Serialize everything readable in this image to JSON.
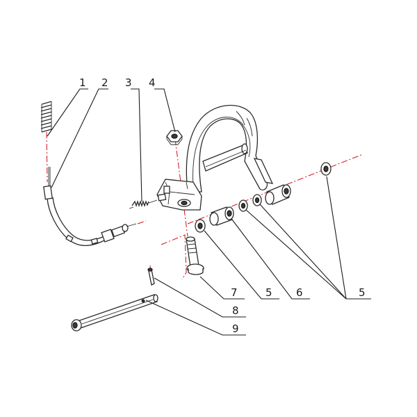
{
  "diagram": {
    "colors": {
      "line": "#1a1a1a",
      "centerline": "#d1101a",
      "background": "#ffffff"
    },
    "callouts": [
      {
        "id": "c1",
        "label": "1"
      },
      {
        "id": "c2",
        "label": "2"
      },
      {
        "id": "c3",
        "label": "3"
      },
      {
        "id": "c4",
        "label": "4"
      },
      {
        "id": "c7",
        "label": "7"
      },
      {
        "id": "c5a",
        "label": "5"
      },
      {
        "id": "c6",
        "label": "6"
      },
      {
        "id": "c5b",
        "label": "5"
      },
      {
        "id": "c8",
        "label": "8"
      },
      {
        "id": "c9",
        "label": "9"
      }
    ]
  }
}
